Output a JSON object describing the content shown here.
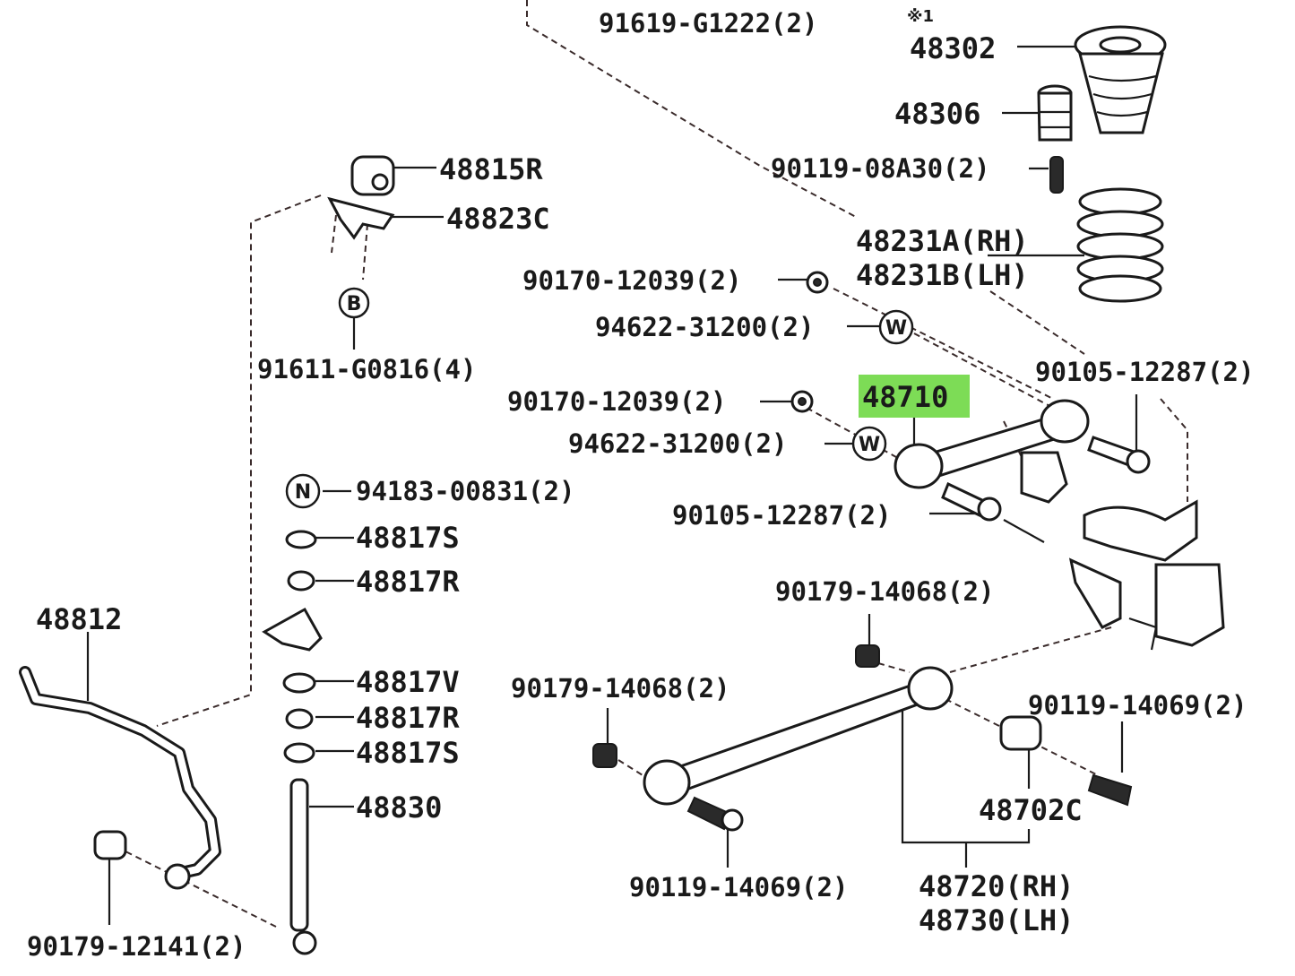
{
  "diagram": {
    "highlight_color": "#7ddc56",
    "highlighted_part": "48710",
    "note_mark": "※1",
    "labels": {
      "p91619": "91619-G1222(2)",
      "p48302": "48302",
      "p48306": "48306",
      "p90119_08a30": "90119-08A30(2)",
      "p48231a": "48231A(RH)",
      "p48231b": "48231B(LH)",
      "p48815r": "48815R",
      "p48823c": "48823C",
      "p91611": "91611-G0816(4)",
      "p90170_a": "90170-12039(2)",
      "p94622_a": "94622-31200(2)",
      "p90170_b": "90170-12039(2)",
      "p94622_b": "94622-31200(2)",
      "p48710": "48710",
      "p90105_a": "90105-12287(2)",
      "p90105_b": "90105-12287(2)",
      "p94183": "94183-00831(2)",
      "p48817s_a": "48817S",
      "p48817r_a": "48817R",
      "p48812": "48812",
      "p48817v": "48817V",
      "p48817r_b": "48817R",
      "p48817s_b": "48817S",
      "p48830": "48830",
      "p90179_14068_a": "90179-14068(2)",
      "p90179_14068_b": "90179-14068(2)",
      "p90119_14069_a": "90119-14069(2)",
      "p48702c": "48702C",
      "p90119_14069_b": "90119-14069(2)",
      "p48720": "48720(RH)",
      "p48730": "48730(LH)",
      "p90179_12141": "90179-12141(2)"
    },
    "circle_letters": {
      "b": "B",
      "n": "N",
      "w1": "W",
      "w2": "W"
    }
  }
}
